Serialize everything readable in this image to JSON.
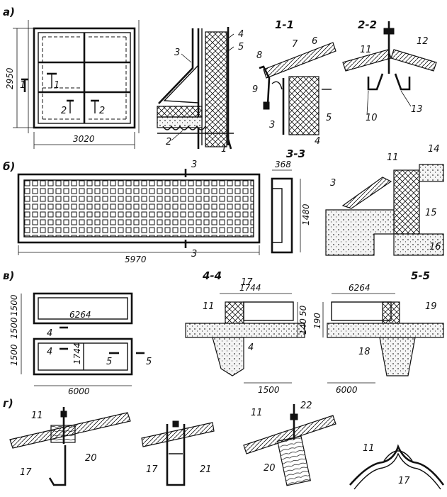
{
  "sections": {
    "a": "а)",
    "b": "б)",
    "v": "в)",
    "g": "г)"
  },
  "section_titles": {
    "s11": "1-1",
    "s22": "2-2",
    "s33": "3-3",
    "s44": "4-4",
    "s55": "5-5"
  },
  "dimensions": {
    "a_width": "3020",
    "a_height": "2950",
    "b_length": "5970",
    "b_depth": "368",
    "b_height": "1480",
    "v_top_width": "6264",
    "v_bottom_width": "6000",
    "v_h1": "1500",
    "v_h2": "1500",
    "v_h3": "1500",
    "v_inner": "1744",
    "s44_width": "1744",
    "s44_h1": "50",
    "s44_h2": "140",
    "s44_base": "1500",
    "s55_width": "6264",
    "s55_h": "190",
    "s55_base": "6000"
  },
  "cut_marks": {
    "one": "1",
    "two": "2",
    "three": "3",
    "four": "4",
    "five": "5"
  },
  "callouts": {
    "n1": "1",
    "n2": "2",
    "n3": "3",
    "n4": "4",
    "n5": "5",
    "n6": "6",
    "n7": "7",
    "n8": "8",
    "n9": "9",
    "n10": "10",
    "n11": "11",
    "n12": "12",
    "n13": "13",
    "n14": "14",
    "n15": "15",
    "n16": "16",
    "n17": "17",
    "n18": "18",
    "n19": "19",
    "n20": "20",
    "n21": "21",
    "n22": "22"
  }
}
